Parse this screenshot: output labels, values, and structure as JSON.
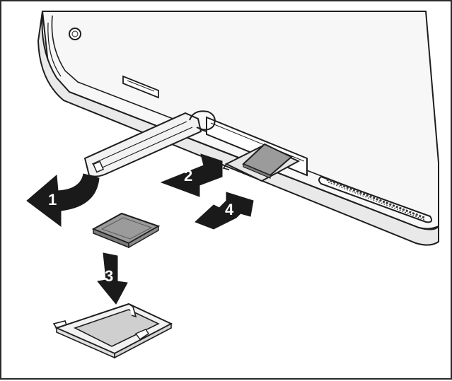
{
  "steps": [
    {
      "number": "1"
    },
    {
      "number": "2"
    },
    {
      "number": "3"
    },
    {
      "number": "4"
    }
  ],
  "colors": {
    "outline": "#1e1e1e",
    "device_body": "#f4f4f4",
    "device_face": "#e6e6e6",
    "sim_card": "#9b9b9b",
    "sim_card_dark": "#7a7a7a",
    "tray": "#cfcfcf",
    "arrow": "#1a1a1a",
    "grille": "#3a3a3a"
  }
}
